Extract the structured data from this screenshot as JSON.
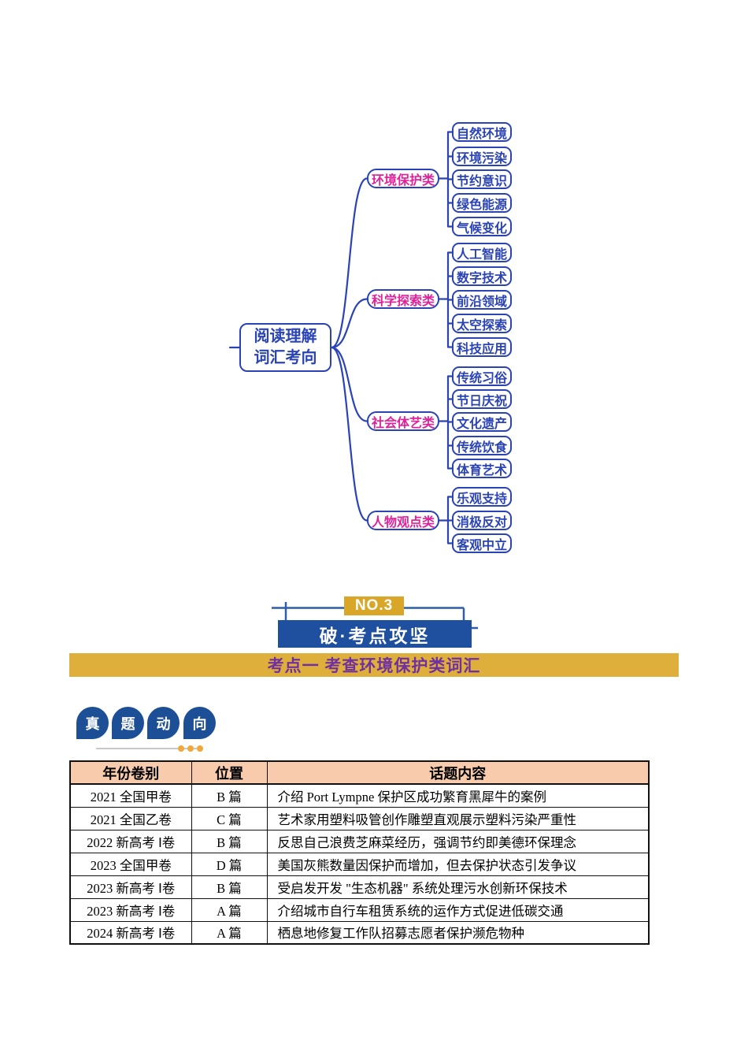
{
  "mindmap": {
    "root": {
      "label_line1": "阅读理解",
      "label_line2": "词汇考向"
    },
    "branches": [
      {
        "label": "环境保护类",
        "children": [
          "自然环境",
          "环境污染",
          "节约意识",
          "绿色能源",
          "气候变化"
        ]
      },
      {
        "label": "科学探索类",
        "children": [
          "人工智能",
          "数字技术",
          "前沿领域",
          "太空探索",
          "科技应用"
        ]
      },
      {
        "label": "社会体艺类",
        "children": [
          "传统习俗",
          "节日庆祝",
          "文化遗产",
          "传统饮食",
          "体育艺术"
        ]
      },
      {
        "label": "人物观点类",
        "children": [
          "乐观支持",
          "消极反对",
          "客观中立"
        ]
      }
    ],
    "colors": {
      "line_blue": "#2a43b5",
      "branch_text_magenta": "#e0219a"
    }
  },
  "section_header": {
    "badge_label": "NO.3",
    "banner_label": "破·考点攻坚",
    "badge_bg": "#d9a627",
    "banner_bg": "#1f4f9f"
  },
  "topic_banner": {
    "label": "考点一 考查环境保护类词汇",
    "bg": "#dfaf3c",
    "text_color": "#70309f"
  },
  "subsection_badges": {
    "chars": [
      "真",
      "题",
      "动",
      "向"
    ],
    "bg": "#1d4f97",
    "dot_color": "#f0a83c"
  },
  "table": {
    "headers": [
      "年份卷别",
      "位置",
      "话题内容"
    ],
    "header_bg": "#f8cbad",
    "rows": [
      [
        "2021 全国甲卷",
        "B 篇",
        "介绍 Port Lympne 保护区成功繁育黑犀牛的案例"
      ],
      [
        "2021 全国乙卷",
        "C 篇",
        "艺术家用塑料吸管创作雕塑直观展示塑料污染严重性"
      ],
      [
        "2022 新高考 Ⅰ卷",
        "B 篇",
        "反思自己浪费芝麻菜经历，强调节约即美德环保理念"
      ],
      [
        "2023 全国甲卷",
        "D 篇",
        "美国灰熊数量因保护而增加，但去保护状态引发争议"
      ],
      [
        "2023 新高考 Ⅰ卷",
        "B 篇",
        "受启发开发 \"生态机器\" 系统处理污水创新环保技术"
      ],
      [
        "2023 新高考 Ⅰ卷",
        "A 篇",
        "介绍城市自行车租赁系统的运作方式促进低碳交通"
      ],
      [
        "2024 新高考 Ⅰ卷",
        "A 篇",
        "栖息地修复工作队招募志愿者保护濒危物种"
      ]
    ]
  }
}
